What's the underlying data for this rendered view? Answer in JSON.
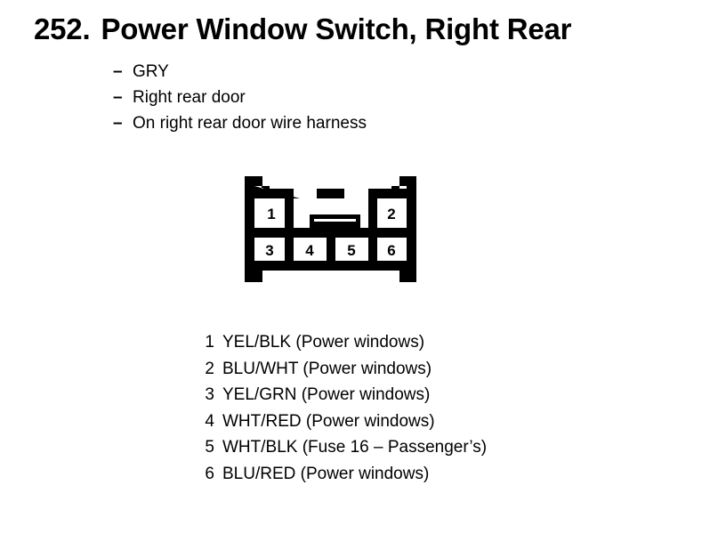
{
  "page": {
    "background_color": "#ffffff",
    "ink_color": "#000000"
  },
  "title": {
    "number": "252.",
    "text": "Power Window Switch, Right Rear"
  },
  "attributes": {
    "dash": "–",
    "items": [
      "GRY",
      "Right rear door",
      "On right rear door wire harness"
    ]
  },
  "connector": {
    "name": "6-pin connector face view",
    "top_row_pins": [
      "1",
      "2"
    ],
    "bottom_row_pins": [
      "3",
      "4",
      "5",
      "6"
    ],
    "latch": "center-latch-tab"
  },
  "legend": {
    "rows": [
      {
        "pin": "1",
        "text": "YEL/BLK (Power windows)"
      },
      {
        "pin": "2",
        "text": "BLU/WHT (Power windows)"
      },
      {
        "pin": "3",
        "text": "YEL/GRN (Power windows)"
      },
      {
        "pin": "4",
        "text": "WHT/RED (Power windows)"
      },
      {
        "pin": "5",
        "text": "WHT/BLK (Fuse 16 – Passenger’s)"
      },
      {
        "pin": "6",
        "text": "BLU/RED (Power windows)"
      }
    ]
  }
}
